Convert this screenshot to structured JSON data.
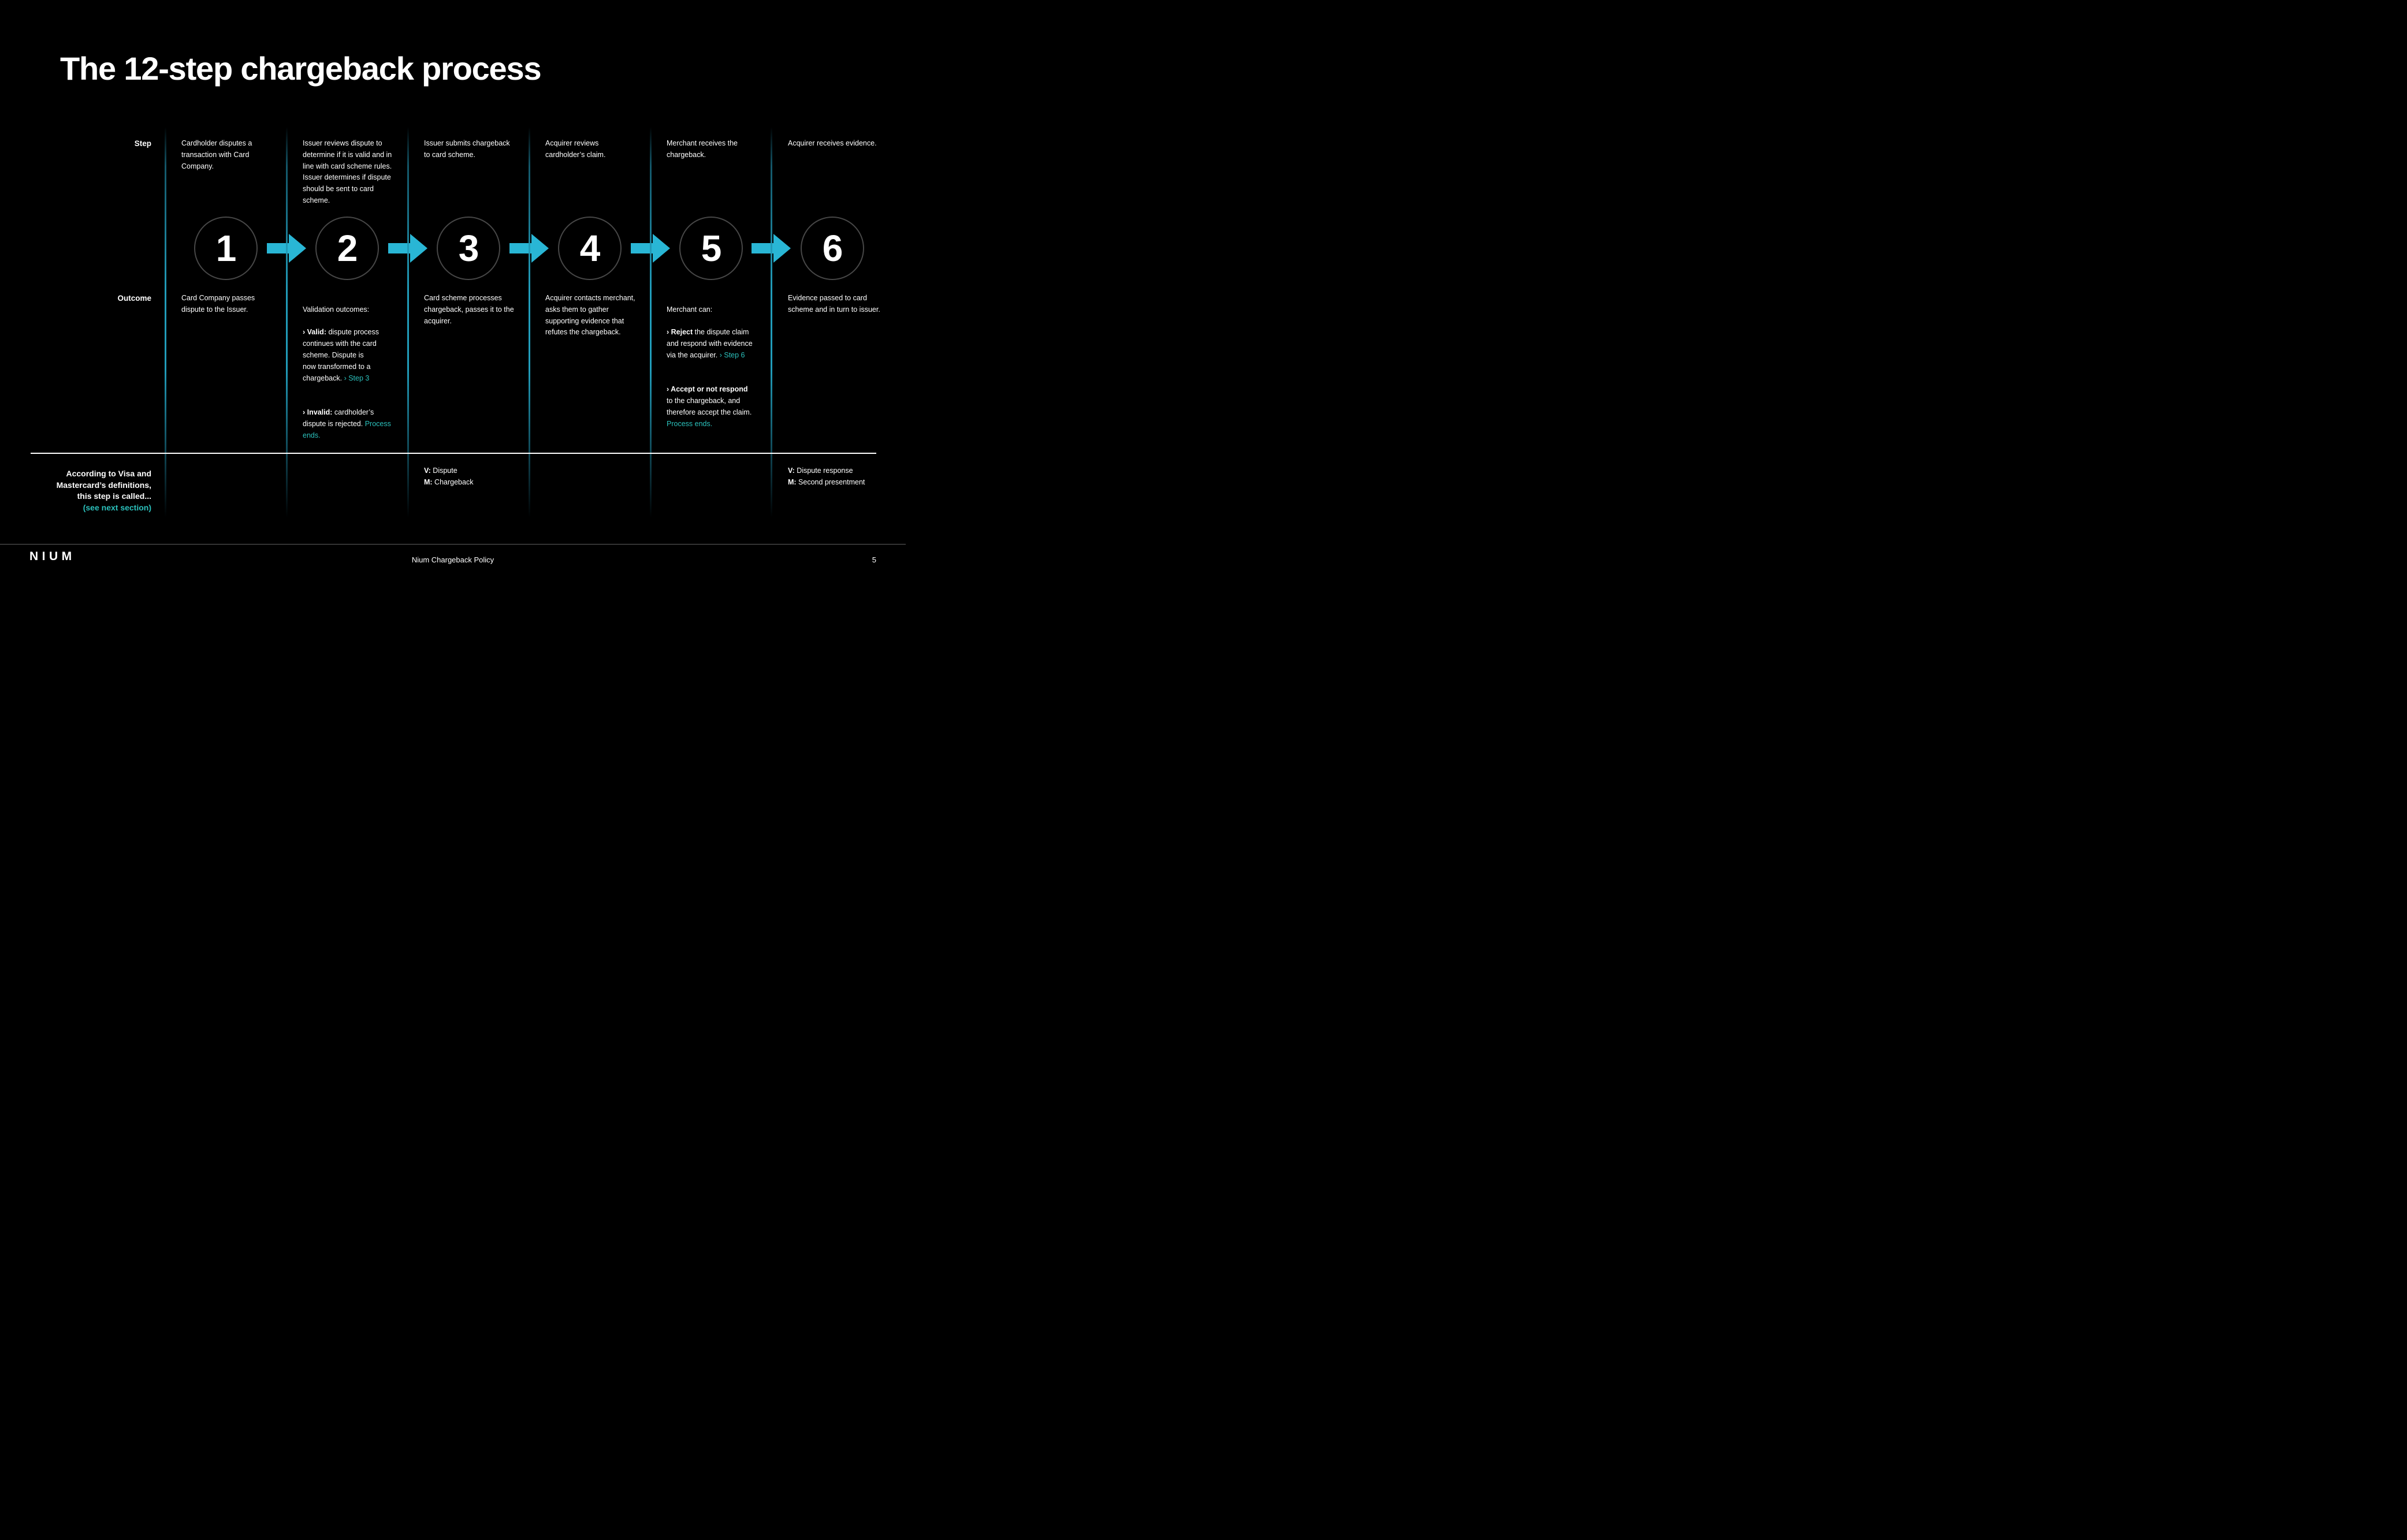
{
  "colors": {
    "background": "#000000",
    "text": "#ffffff",
    "accent_arrow": "#29B6D5",
    "accent_link": "#2BC1BC",
    "divider_vertical": "#23A5C4",
    "circle_outline": "#474747",
    "footer_divider": "#606060"
  },
  "slide_title": "The 12-step chargeback process",
  "row_labels": {
    "step": "Step",
    "outcome": "Outcome"
  },
  "columns": [
    {
      "number": "1",
      "step": "Cardholder disputes a\ntransaction with Card\nCompany.",
      "outcome": "Card Company passes\ndispute to the Issuer."
    },
    {
      "number": "2",
      "step": "Issuer reviews dispute to\ndetermine if it is valid and in\nline with card scheme rules.\nIssuer determines if dispute\nshould be sent to card\nscheme.",
      "outcome_intro": "Validation outcomes:",
      "opt1_bold": "› Valid:",
      "opt1_text": " dispute process\ncontinues with the card\nscheme. Dispute is\nnow transformed to a\nchargeback. ",
      "opt1_link": "› Step 3",
      "opt2_bold": "› Invalid:",
      "opt2_text": " cardholder’s\ndispute is rejected. ",
      "opt2_link": "Process\nends."
    },
    {
      "number": "3",
      "step": "Issuer submits chargeback\nto card scheme.",
      "outcome": "Card scheme processes\nchargeback, passes it to the\nacquirer."
    },
    {
      "number": "4",
      "step": "Acquirer reviews\ncardholder’s claim.",
      "outcome": "Acquirer contacts merchant,\nasks them to gather\nsupporting evidence that\nrefutes the chargeback."
    },
    {
      "number": "5",
      "step": "Merchant receives the\nchargeback.",
      "outcome_intro": "Merchant can:",
      "opt1_bold": "› Reject",
      "opt1_text": " the dispute claim\nand respond with evidence\nvia the acquirer. ",
      "opt1_link": "› Step 6",
      "opt2_bold": "› Accept or not respond",
      "opt2_text": "\nto the chargeback, and\ntherefore accept the claim.\n",
      "opt2_link": "Process ends."
    },
    {
      "number": "6",
      "step": "Acquirer receives evidence.",
      "outcome": "Evidence passed to card\nscheme and in turn to issuer."
    }
  ],
  "scheme_definitions": {
    "intro_lines": "According to Visa and\nMastercard’s definitions,\nthis step is called...",
    "link": "(see next section)",
    "step3": {
      "v_label": "V:",
      "v_value": " Dispute",
      "m_label": "M:",
      "m_value": " Chargeback"
    },
    "step6": {
      "v_label": "V:",
      "v_value": " Dispute response",
      "m_label": "M:",
      "m_value": " Second presentment"
    }
  },
  "footer": {
    "logo": "NIUM",
    "document_title": "Nium Chargeback Policy",
    "page_number": "5"
  }
}
